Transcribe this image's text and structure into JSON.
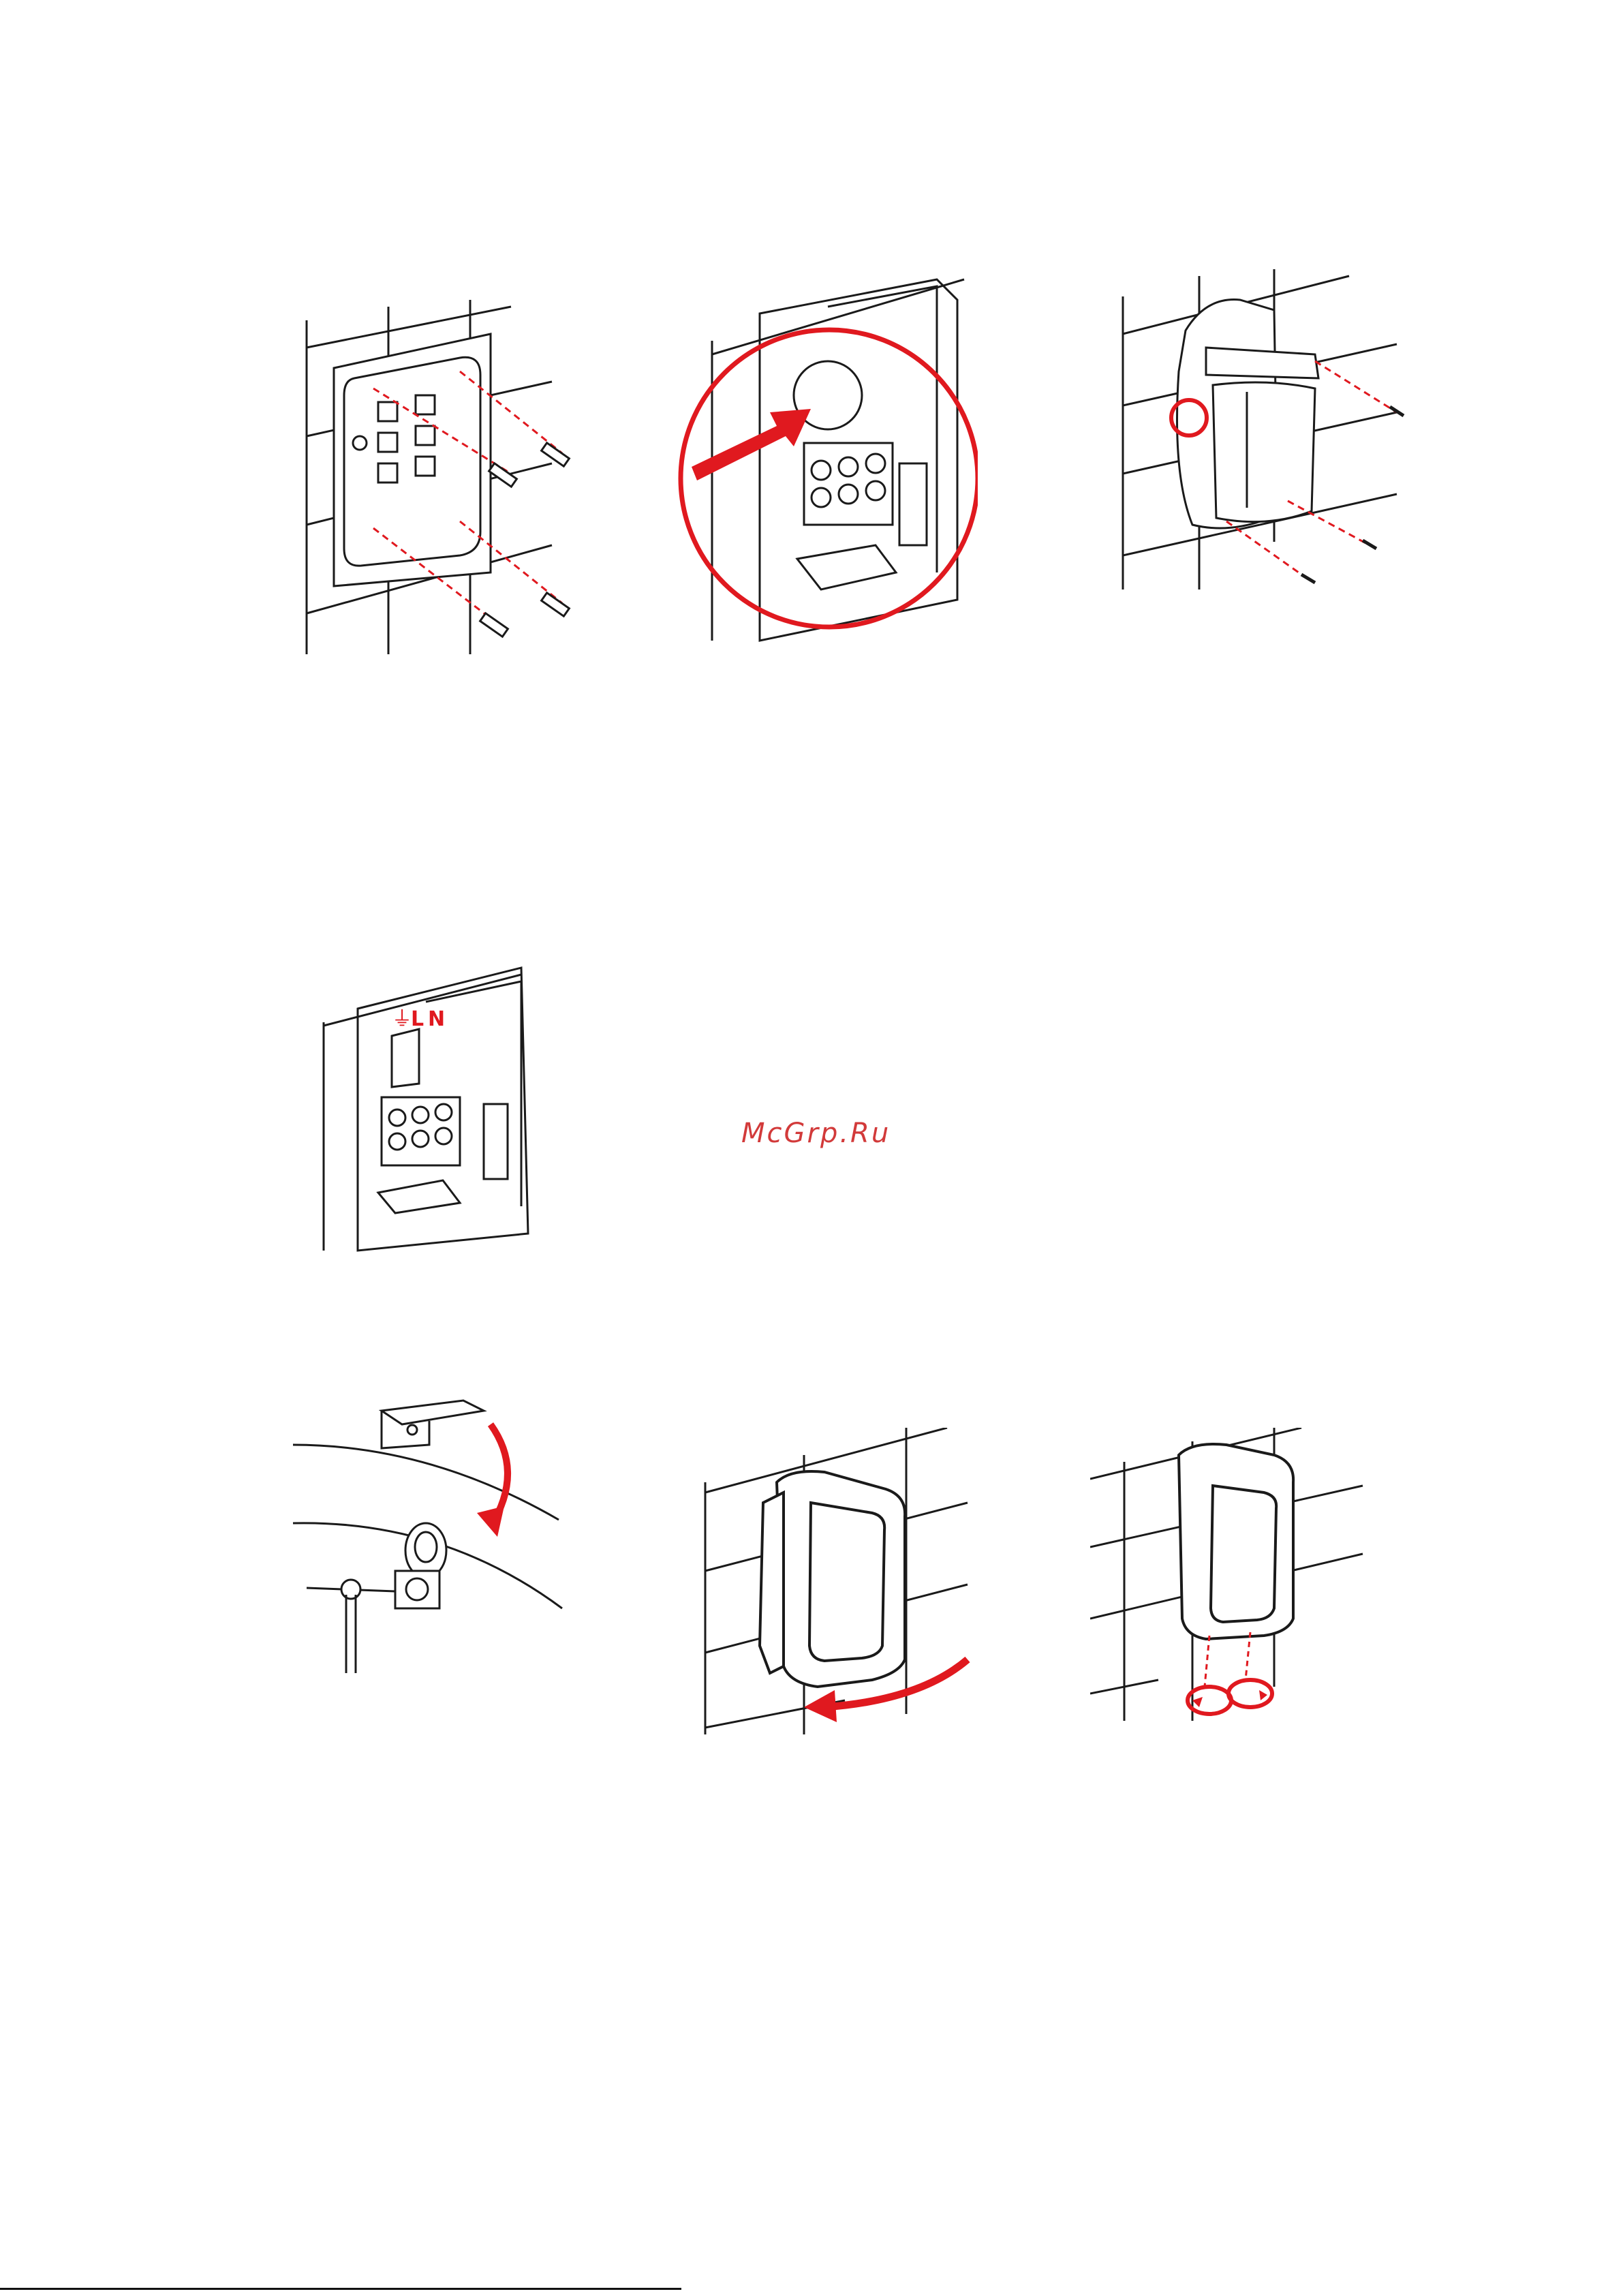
{
  "watermark": "McGrp.Ru",
  "terminal_labels": {
    "earth": "⏚",
    "live": "L",
    "neutral": "N"
  },
  "colors": {
    "accent": "#e0191f",
    "line": "#1a1a1a",
    "fill": "#ffffff"
  },
  "figures": [
    "mounting-plate-screws",
    "cable-entry-hole",
    "unit-hanging-on-plate",
    "terminal-block-wiring",
    "clamp-fixing",
    "cover-swing-down",
    "bottom-screws-fastening"
  ]
}
